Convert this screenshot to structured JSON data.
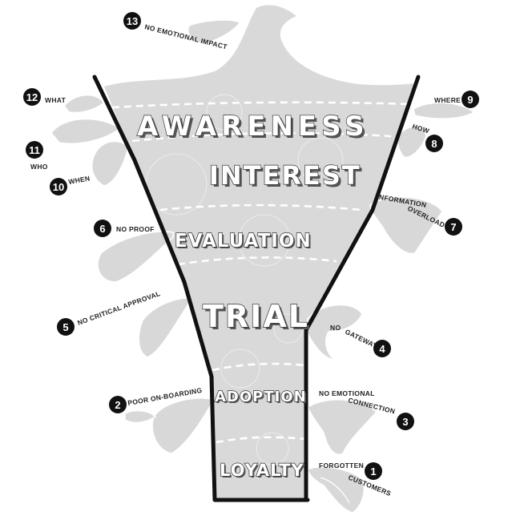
{
  "stages": [
    {
      "id": "awareness",
      "label": "AWARENESS"
    },
    {
      "id": "interest",
      "label": "INTEREST"
    },
    {
      "id": "evaluation",
      "label": "EVALUATION"
    },
    {
      "id": "trial",
      "label": "TRIAL"
    },
    {
      "id": "adoption",
      "label": "ADOPTION"
    },
    {
      "id": "loyalty",
      "label": "LOYALTY"
    }
  ],
  "leaks": [
    {
      "number": "1",
      "label_lines": [
        "FORGOTTEN",
        "CUSTOMERS"
      ]
    },
    {
      "number": "2",
      "label_lines": [
        "POOR ON-BOARDING"
      ]
    },
    {
      "number": "3",
      "label_lines": [
        "NO EMOTIONAL",
        "CONNECTION"
      ]
    },
    {
      "number": "4",
      "label_lines": [
        "NO",
        "GATEWAY"
      ]
    },
    {
      "number": "5",
      "label_lines": [
        "NO CRITICAL APPROVAL"
      ]
    },
    {
      "number": "6",
      "label_lines": [
        "NO PROOF"
      ]
    },
    {
      "number": "7",
      "label_lines": [
        "INFORMATION",
        "OVERLOAD"
      ]
    },
    {
      "number": "8",
      "label_lines": [
        "HOW"
      ]
    },
    {
      "number": "9",
      "label_lines": [
        "WHERE"
      ]
    },
    {
      "number": "10",
      "label_lines": [
        "WHEN"
      ]
    },
    {
      "number": "11",
      "label_lines": [
        "WHO"
      ]
    },
    {
      "number": "12",
      "label_lines": [
        "WHAT"
      ]
    },
    {
      "number": "13",
      "label_lines": [
        "NO EMOTIONAL IMPACT"
      ]
    }
  ],
  "colors": {
    "liquid": "#d9d9d9",
    "outline": "#111111",
    "badge": "#111111"
  }
}
